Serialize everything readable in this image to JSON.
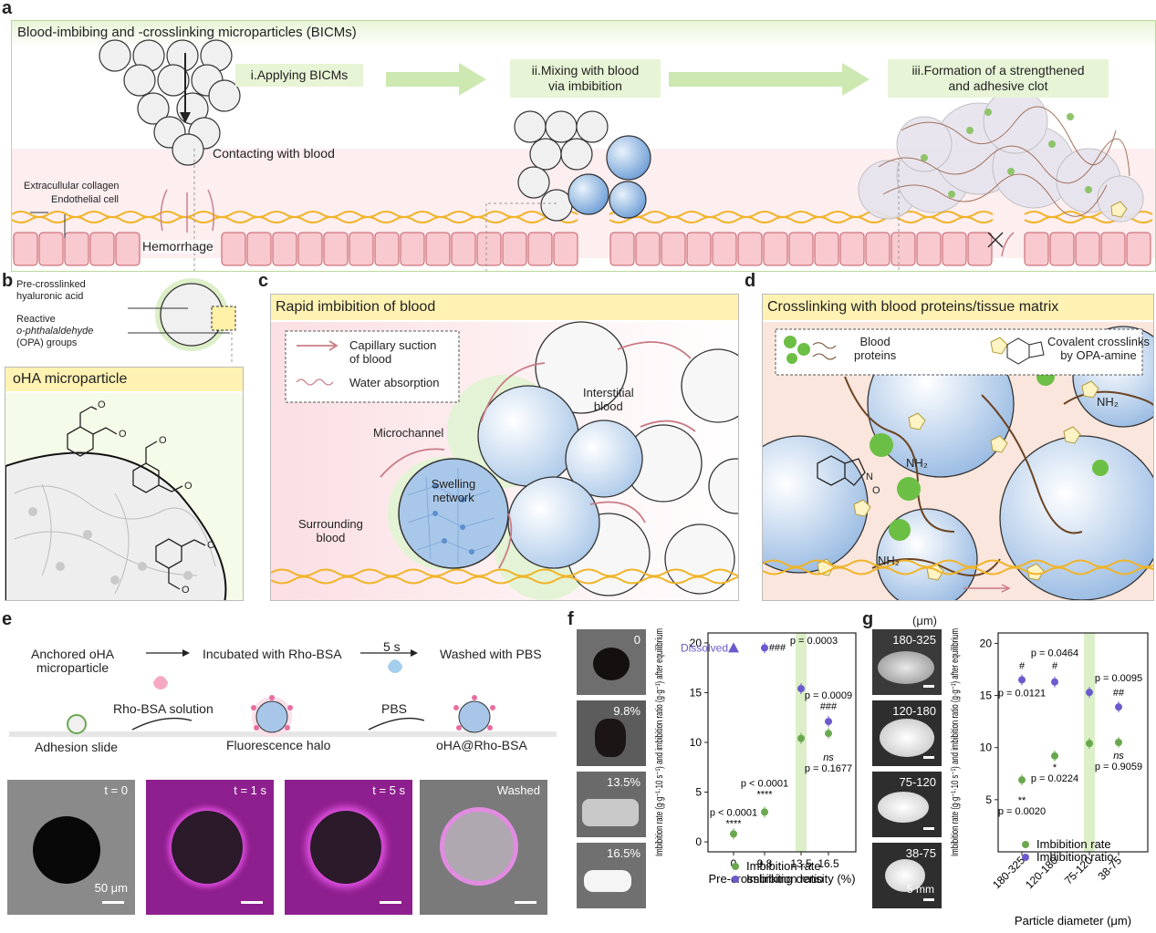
{
  "labels": {
    "a": "a",
    "b": "b",
    "c": "c",
    "d": "d",
    "e": "e",
    "f": "f",
    "g": "g"
  },
  "panel_a": {
    "title": "Blood-imbibing and -crosslinking microparticles (BICMs)",
    "step1": "i.Applying BICMs",
    "step2a": "ii.Mixing with blood",
    "step2b": "via imbibition",
    "step3a": "iii.Formation of a strengthened",
    "step3b": "and adhesive clot",
    "contacting": "Contacting with blood",
    "collagen": "Extracullular collagen",
    "endothelial": "Endothelial cell",
    "hemorrhage": "Hemorrhage"
  },
  "panel_b": {
    "pre1": "Pre-crosslinked",
    "pre2": "hyaluronic acid",
    "opa1": "Reactive",
    "opa2": "o-phthalaldehyde",
    "opa3": "(OPA) groups",
    "title": "oHA microparticle"
  },
  "panel_c": {
    "title": "Rapid imbibition of blood",
    "legend1a": "Capillary suction",
    "legend1b": "of blood",
    "legend2": "Water absorption",
    "interstitial1": "Interstitial",
    "interstitial2": "blood",
    "microchannel": "Microchannel",
    "swelling1": "Swelling",
    "swelling2": "network",
    "surrounding1": "Surrounding",
    "surrounding2": "blood"
  },
  "panel_d": {
    "title": "Crosslinking with blood proteins/tissue matrix",
    "legend1a": "Blood",
    "legend1b": "proteins",
    "legend2a": "Covalent crosslinks",
    "legend2b": "by OPA-amine",
    "nh2": "NH₂"
  },
  "panel_e": {
    "anchored1": "Anchored oHA",
    "anchored2": "microparticle",
    "incubated": "Incubated with Rho-BSA",
    "time": "5 s",
    "washed": "Washed with PBS",
    "rho_solution": "Rho-BSA solution",
    "pbs": "PBS",
    "adhesion": "Adhesion slide",
    "halo": "Fluorescence halo",
    "result": "oHA@Rho-BSA",
    "img1": "t = 0",
    "img2": "t = 1 s",
    "img3": "t = 5 s",
    "img4": "Washed",
    "scale": "50 μm"
  },
  "panel_f_photos": [
    "0",
    "9.8%",
    "13.5%",
    "16.5%"
  ],
  "panel_g_photos": [
    "180-325",
    "120-180",
    "75-120",
    "38-75"
  ],
  "panel_g_unit": "(μm)",
  "panel_g_scale": "5 mm",
  "chart_data": [
    {
      "type": "scatter",
      "xlabel": "Pre-crosslinking density (%)",
      "ylabel": "Imbibition rate (g·g⁻¹·10 s⁻¹) and imbibition ratio (g·g⁻¹) after equilibrium",
      "categories": [
        "0",
        "9.8",
        "13.5",
        "16.5"
      ],
      "ylim": [
        -1,
        21
      ],
      "yticks": [
        0,
        5,
        10,
        15,
        20
      ],
      "series": [
        {
          "name": "Imbibition rate",
          "color": "#6aa84f",
          "values": [
            0.8,
            3.0,
            10.4,
            10.9
          ]
        },
        {
          "name": "Imbibition ratio",
          "color": "#6a5acd",
          "values": [
            19.5,
            19.5,
            15.4,
            12.1
          ]
        }
      ],
      "dissolved_label": "Dissolved",
      "annotations": [
        "p < 0.0001",
        "****",
        "p < 0.0001",
        "****",
        "###",
        "p = 0.0003",
        "p = 0.0009",
        "###",
        "ns",
        "p = 0.1677"
      ]
    },
    {
      "type": "scatter",
      "xlabel": "Particle diameter (μm)",
      "ylabel": "Imbibition rate (g·g⁻¹·10 s⁻¹) and imbibition ratio (g·g⁻¹) after equilibrium",
      "categories": [
        "180-325",
        "120-180",
        "75-120",
        "38-75"
      ],
      "ylim": [
        0,
        21
      ],
      "yticks": [
        5,
        10,
        15,
        20
      ],
      "series": [
        {
          "name": "Imbibition rate",
          "color": "#6aa84f",
          "values": [
            6.9,
            9.2,
            10.4,
            10.5
          ]
        },
        {
          "name": "Imbibition ratio",
          "color": "#6a5acd",
          "values": [
            16.5,
            16.3,
            15.3,
            13.9
          ]
        }
      ],
      "annotations": [
        "#",
        "p = 0.0121",
        "p = 0.0464",
        "#",
        "p = 0.0095",
        "##",
        "**",
        "p = 0.0020",
        "*",
        "p = 0.0224",
        "ns",
        "p = 0.9059"
      ]
    }
  ]
}
